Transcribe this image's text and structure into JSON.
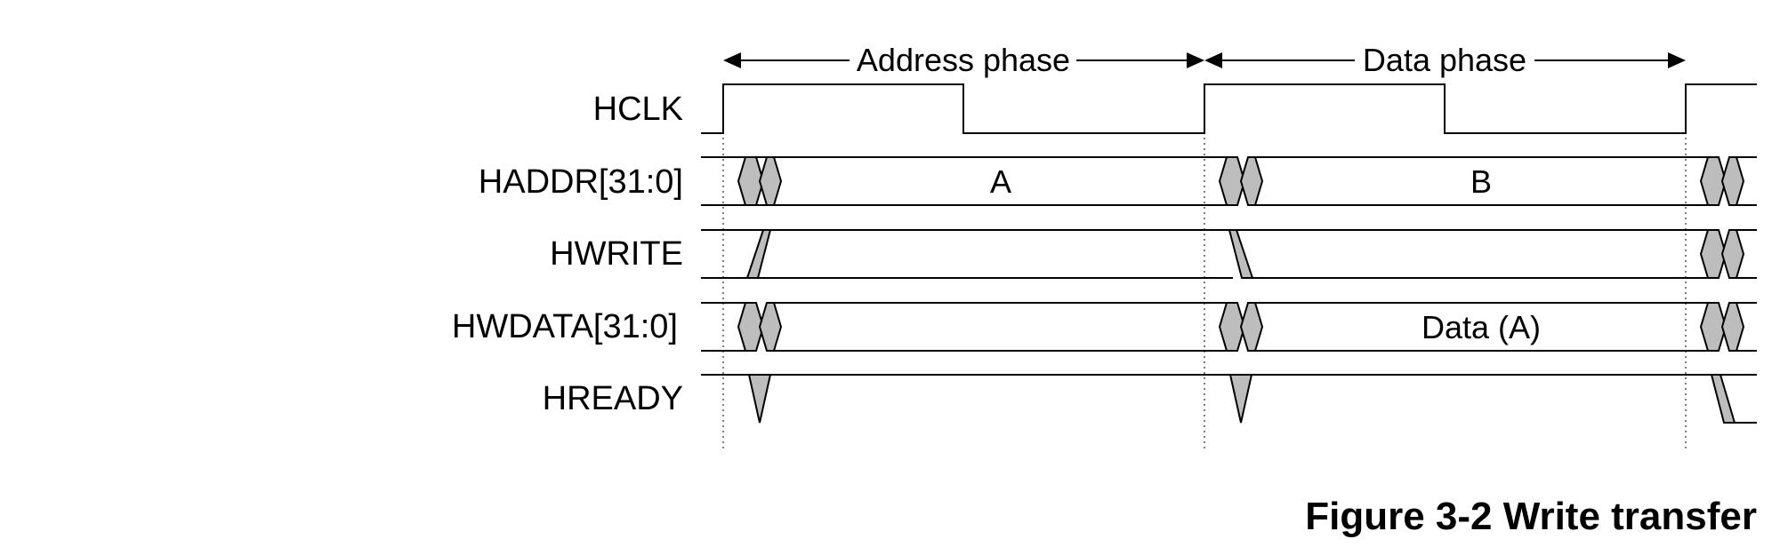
{
  "phases": {
    "address": "Address phase",
    "data": "Data phase"
  },
  "signals": {
    "hclk": "HCLK",
    "haddr": "HADDR[31:0]",
    "hwrite": "HWRITE",
    "hwdata": "HWDATA[31:0]",
    "hready": "HREADY"
  },
  "values": {
    "haddr_first": "A",
    "haddr_second": "B",
    "hwdata_second": "Data (A)"
  },
  "caption": "Figure 3-2 Write transfer",
  "colors": {
    "line": "#000000",
    "transition_fill": "#bdbdbd",
    "background": "#ffffff"
  }
}
